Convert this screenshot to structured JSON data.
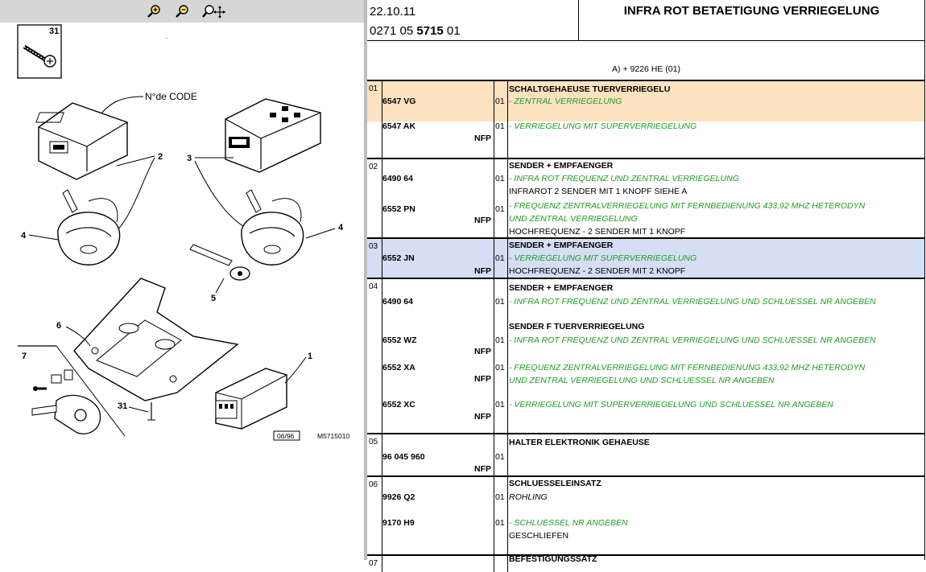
{
  "toolbar": {
    "icons": [
      "zoom-in-icon",
      "zoom-out-icon",
      "zoom-pan-icon"
    ]
  },
  "figure": {
    "callouts": [
      "31",
      "N°de CODE",
      "2",
      "3",
      "4",
      "4",
      "5",
      "6",
      "7",
      "1",
      "31"
    ],
    "date_box": "06/96",
    "ref_code": "M5715010"
  },
  "header": {
    "date": "22.10.11",
    "ref_prefix": "0271 05 ",
    "ref_bold": "5715",
    "ref_suffix": " 01",
    "title": "INFRA ROT BETAETIGUNG VERRIEGELUNG",
    "subtitle": "A) + 9226 HE (01)"
  },
  "sections": [
    {
      "num": "01",
      "title": "SCHALTGEHAEUSE TUERVERRIEGELU",
      "rows": [
        {
          "code": "6547 VG",
          "nfp": "",
          "qty": "01",
          "lines": [
            {
              "text": "- ZENTRAL VERRIEGELUNG",
              "style": "green"
            }
          ]
        },
        {
          "code": "6547 AK",
          "nfp": "NFP",
          "qty": "01",
          "lines": [
            {
              "text": "- VERRIEGELUNG MIT SUPERVERRIEGELUNG",
              "style": "green"
            }
          ]
        }
      ]
    },
    {
      "num": "02",
      "title": "SENDER + EMPFAENGER",
      "rows": [
        {
          "code": "6490 64",
          "nfp": "",
          "qty": "01",
          "lines": [
            {
              "text": "- INFRA ROT FREQUENZ UND ZENTRAL VERRIEGELUNG",
              "style": "green"
            },
            {
              "text": "INFRAROT 2 SENDER MIT 1 KNOPF SIEHE A",
              "style": "black"
            }
          ]
        },
        {
          "code": "6552 PN",
          "nfp": "NFP",
          "qty": "01",
          "lines": [
            {
              "text": "- FREQUENZ ZENTRALVERRIEGELUNG MIT FERNBEDIENUNG 433,92 MHZ HETERODYN",
              "style": "green"
            },
            {
              "text": "UND ZENTRAL VERRIEGELUNG",
              "style": "green"
            },
            {
              "text": "HOCHFREQUENZ - 2 SENDER MIT 1 KNOPF",
              "style": "black"
            }
          ]
        }
      ]
    },
    {
      "num": "03",
      "title": "SENDER + EMPFAENGER",
      "rows": [
        {
          "code": "6552 JN",
          "nfp": "NFP",
          "qty": "01",
          "lines": [
            {
              "text": "- VERRIEGELUNG MIT SUPERVERRIEGELUNG",
              "style": "green"
            },
            {
              "text": "HOCHFREQUENZ - 2 SENDER MIT 2 KNOPF",
              "style": "black"
            }
          ]
        }
      ]
    },
    {
      "num": "04",
      "title": "SENDER + EMPFAENGER",
      "subtitle": "SENDER F TUERVERRIEGELUNG",
      "rows": [
        {
          "code": "6490 64",
          "nfp": "",
          "qty": "01",
          "lines": [
            {
              "text": "- INFRA ROT FREQUENZ UND ZENTRAL VERRIEGELUNG UND SCHLUESSEL NR ANGEBEN",
              "style": "green"
            }
          ]
        },
        {
          "code": "6552 WZ",
          "nfp": "NFP",
          "qty": "01",
          "lines": [
            {
              "text": "- INFRA ROT FREQUENZ UND ZENTRAL VERRIEGELUNG UND SCHLUESSEL NR ANGEBEN",
              "style": "green"
            }
          ]
        },
        {
          "code": "6552 XA",
          "nfp": "NFP",
          "qty": "01",
          "lines": [
            {
              "text": "- FREQUENZ ZENTRALVERRIEGELUNG MIT FERNBEDIENUNG 433,92 MHZ HETERODYN",
              "style": "green"
            },
            {
              "text": "UND ZENTRAL VERRIEGELUNG UND SCHLUESSEL NR ANGEBEN",
              "style": "green"
            }
          ]
        },
        {
          "code": "6552 XC",
          "nfp": "NFP",
          "qty": "01",
          "lines": [
            {
              "text": "- VERRIEGELUNG MIT SUPERVERRIEGELUNG UND SCHLUESSEL NR ANGEBEN",
              "style": "green"
            }
          ]
        }
      ]
    },
    {
      "num": "05",
      "title": "HALTER ELEKTRONIK GEHAEUSE",
      "rows": [
        {
          "code": "96 045 960",
          "nfp": "NFP",
          "qty": "01",
          "lines": []
        }
      ]
    },
    {
      "num": "06",
      "title": "SCHLUESSELEINSATZ",
      "rows": [
        {
          "code": "9926 Q2",
          "nfp": "",
          "qty": "01",
          "lines": [
            {
              "text": "ROHLING",
              "style": "black-italic"
            }
          ]
        },
        {
          "code": "9170 H9",
          "nfp": "",
          "qty": "01",
          "lines": [
            {
              "text": "- SCHLUESSEL NR ANGEBEN",
              "style": "green"
            },
            {
              "text": "GESCHLIEFEN",
              "style": "black"
            }
          ]
        }
      ]
    },
    {
      "num": "07",
      "title": "BEFESTIGUNGSSATZ",
      "rows": []
    }
  ],
  "colors": {
    "section01_highlight": "#fbe2c0",
    "section03_highlight": "#d5def5",
    "green_text": "#1f9d22",
    "toolbar_bg": "#d6d6d6"
  }
}
